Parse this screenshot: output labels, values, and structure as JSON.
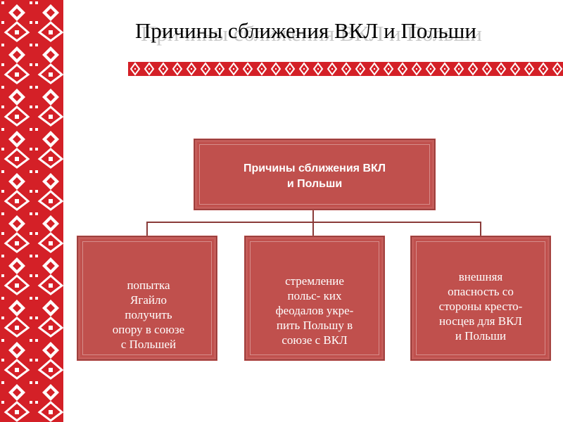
{
  "slide": {
    "title": "Причины сближения ВКЛ и Польши",
    "title_shadow": "Причины сближения ВКЛ и Польши",
    "root_box": {
      "text_line1": "Причины сближения ВКЛ",
      "text_line2": "и  Польши"
    },
    "boxes": [
      {
        "lines": [
          "попытка",
          "Ягайло",
          "получить",
          "опору в   союзе",
          "с Польшей"
        ]
      },
      {
        "lines": [
          "стремление",
          "польс- ких",
          "феодалов укре-",
          "пить Польшу в",
          "союзе  с ВКЛ"
        ]
      },
      {
        "lines": [
          "внешняя",
          "опасность со",
          "стороны кресто-",
          "носцев для ВКЛ",
          "и  Польши"
        ]
      }
    ]
  },
  "colors": {
    "ornament_red": "#d42027",
    "box_fill": "#c0504d",
    "connector": "#8a3b39"
  }
}
